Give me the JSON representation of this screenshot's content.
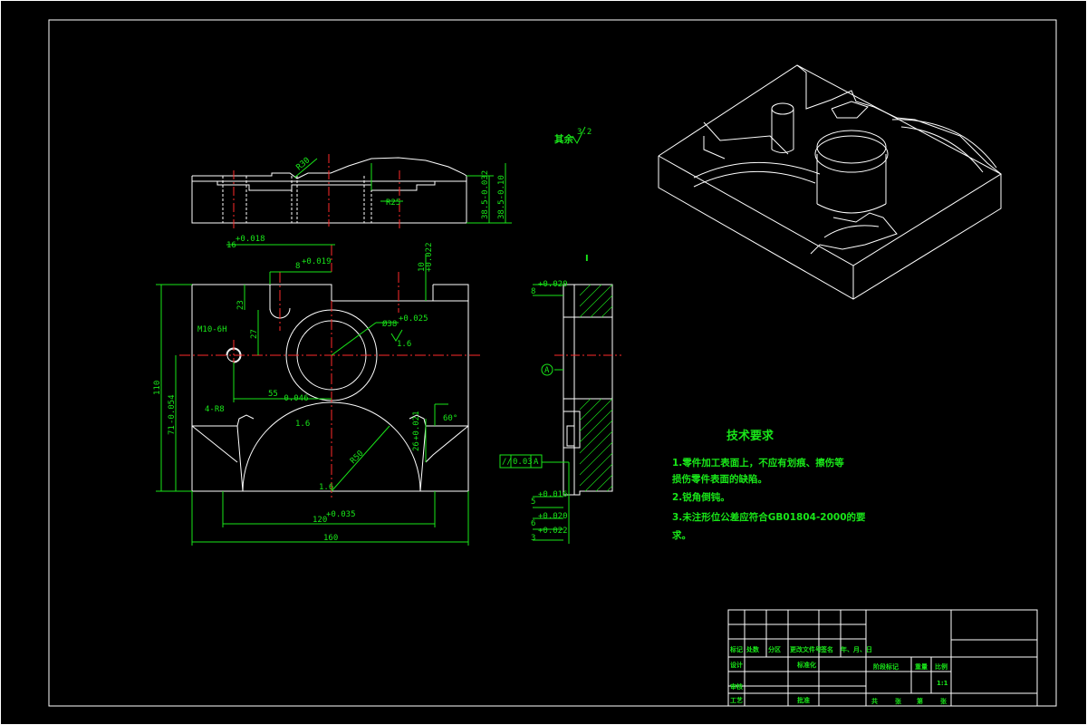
{
  "drawing": {
    "surface_note": "其余",
    "surface_roughness": "3.2",
    "section_mark": "I",
    "datum_label": "A",
    "tolerance_frame": {
      "symbol": "//",
      "value": "0.03",
      "datum": "A"
    }
  },
  "top_view_dims": {
    "r30": "R30",
    "r25": "R25",
    "h1": "38.5-0.032",
    "h2": "38.5-0.10"
  },
  "front_view_dims": {
    "d16": "16",
    "d16_tol": "+0.018",
    "d8": "8",
    "d8_tol": "+0.019",
    "d10": "10",
    "d10_tol": "+0.022",
    "d23": "23",
    "d27": "27",
    "thread": "M10-6H",
    "bore": "Ø38",
    "bore_tol": "+0.025",
    "rough16": "1.6",
    "d55": "55",
    "d55_tol": "-0.046",
    "r8": "4-R8",
    "angle": "60°",
    "r50": "R50",
    "d26": "26",
    "d26_tol": "+0.021",
    "d110": "110",
    "d71": "71",
    "d71_tol": "-0.054",
    "d120": "120",
    "d120_tol": "+0.035",
    "d160": "160",
    "rough16b": "1.6",
    "rough16c": "1.6"
  },
  "side_view_dims": {
    "s8": "8",
    "s8_tol": "+0.020",
    "s5": "5",
    "s5_tol": "+0.016",
    "s6": "6",
    "s6_tol": "+0.020",
    "s3": "3",
    "s3_tol": "+0.022"
  },
  "technical_requirements": {
    "title": "技术要求",
    "items": [
      "1.零件加工表面上，不应有划痕、擦伤等",
      "损伤零件表面的缺陷。",
      "2.锐角倒钝。",
      "3.未注形位公差应符合GB01804-2000的要",
      "求。"
    ]
  },
  "title_block": {
    "labels": [
      "标记",
      "处数",
      "分区",
      "更改文件号",
      "签名",
      "年、月、日"
    ],
    "design": "设计",
    "standardize": "标准化",
    "review": "审核",
    "process": "工艺",
    "approve": "批准",
    "stage_mark": "阶段标记",
    "weight": "重量",
    "scale": "比例",
    "scale_value": "1:1",
    "sheet_info": [
      "共",
      "张",
      "第",
      "张"
    ]
  }
}
